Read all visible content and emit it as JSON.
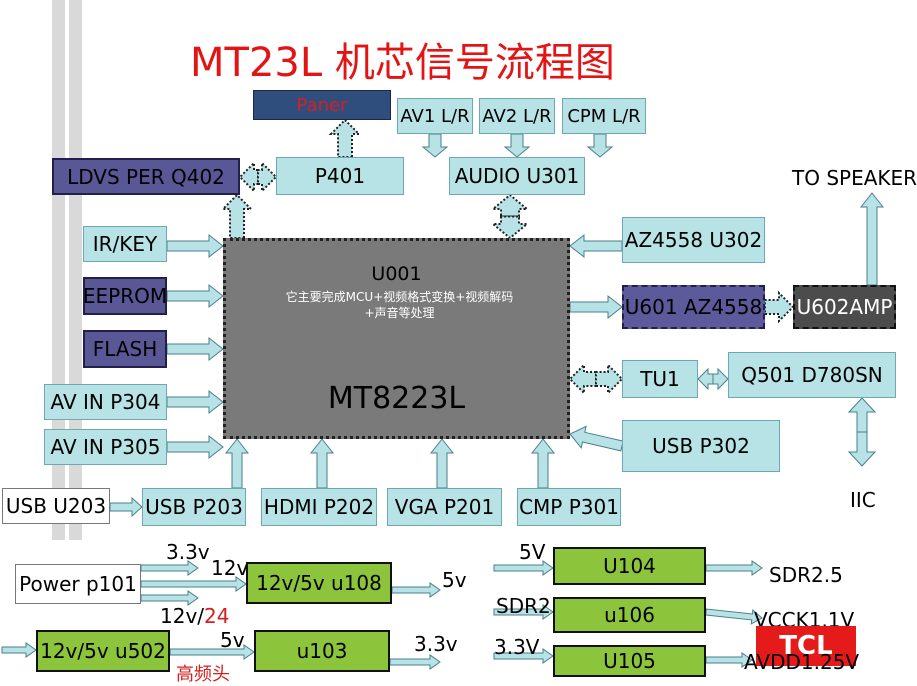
{
  "title": "MT23L 机芯信号流程图",
  "main_chip": {
    "id": "U001",
    "description_line1": "它主要完成MCU+视频格式变换+视频解码",
    "description_line2": "+声音等处理",
    "name": "MT8223L"
  },
  "blocks": {
    "paner": "Paner",
    "p401": "P401",
    "ldvs": "LDVS PER Q402",
    "av1": "AV1 L/R",
    "av2": "AV2 L/R",
    "cpm": "CPM L/R",
    "audio": "AUDIO U301",
    "ir_key": "IR/KEY",
    "eeprom": "EEPROM",
    "flash": "FLASH",
    "av_in_p304": "AV IN P304",
    "av_in_p305": "AV IN P305",
    "usb_u203": "USB U203",
    "usb_p203": "USB P203",
    "hdmi": "HDMI P202",
    "vga": "VGA P201",
    "cmp": "CMP P301",
    "az4558_u302": "AZ4558 U302",
    "u601": "U601 AZ4558",
    "u602": "U602AMP",
    "to_speaker": "TO SPEAKER",
    "tu1": "TU1",
    "q501": "Q501 D780SN",
    "usb_p302": "USB P302",
    "iic": "IIC"
  },
  "power": {
    "power_p101": "Power p101",
    "v33_a": "3.3v",
    "v12_a": "12v",
    "v12_24_black": "12v/",
    "v12_24_red": "24",
    "u108": "12v/5v u108",
    "v5_a": "5v",
    "u502": "12v/5v u502",
    "v5_b": "5v",
    "u103": "u103",
    "v33_b": "3.3v",
    "hf_text": "高频头",
    "v5_c": "5V",
    "u104": "U104",
    "sdr25_out": "SDR2.5",
    "sdr25_in": "SDR2.5",
    "u106": "u106",
    "vcck": "VCCK1.1V",
    "v33_c": "3.3V",
    "u105": "U105",
    "avdd": "AVDD1.25V"
  },
  "logo": "TCL",
  "colors": {
    "title": "#e31414",
    "teal_box": "#b8e3e6",
    "purple_box": "#5a5796",
    "green_box": "#8cc43c",
    "chip": "#7a7a7a",
    "logo_red": "#e51a1a"
  }
}
